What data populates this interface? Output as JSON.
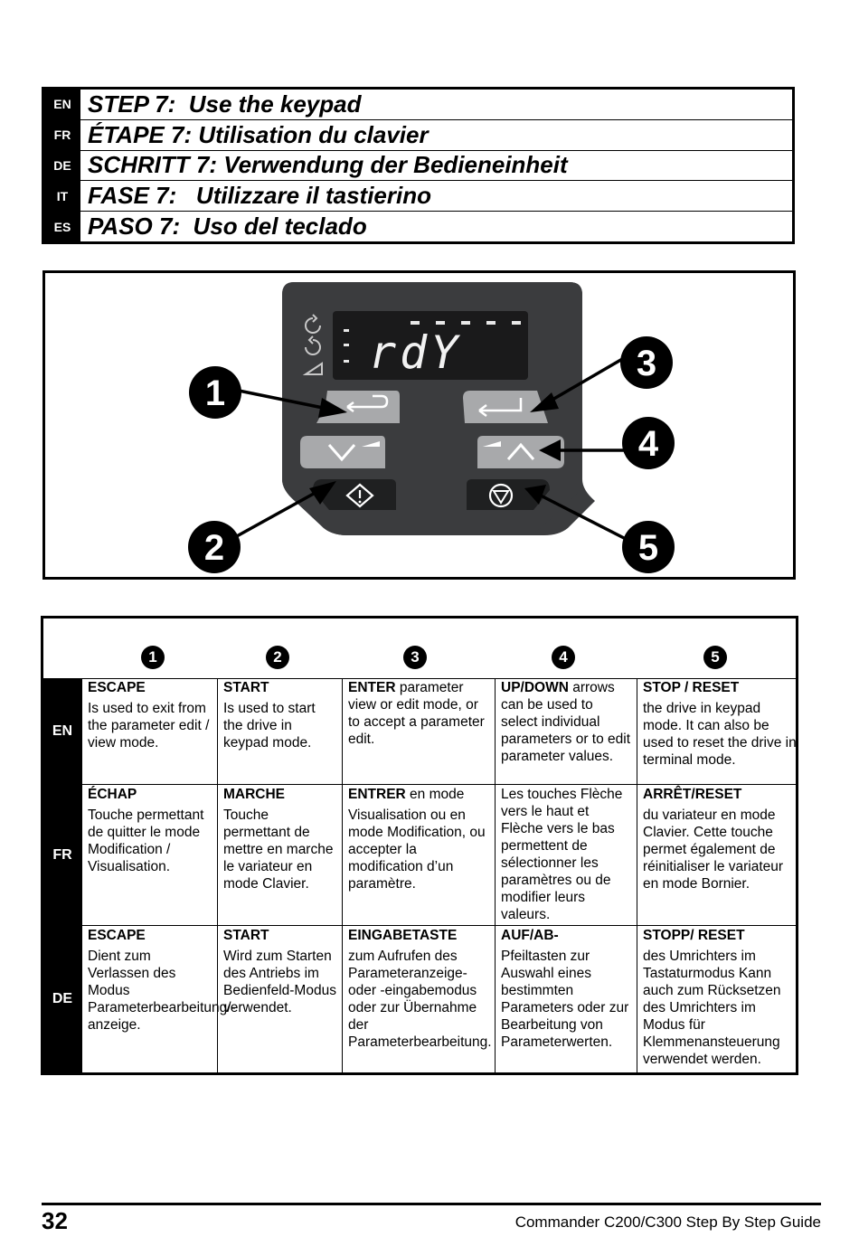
{
  "steps": [
    {
      "lang": "EN",
      "title": "STEP 7:  Use the keypad"
    },
    {
      "lang": "FR",
      "title": "ÉTAPE 7: Utilisation du clavier"
    },
    {
      "lang": "DE",
      "title": "SCHRITT 7: Verwendung der Bedieneinheit"
    },
    {
      "lang": "IT",
      "title": "FASE 7:   Utilizzare il tastierino"
    },
    {
      "lang": "ES",
      "title": "PASO 7:  Uso del teclado"
    }
  ],
  "figure": {
    "display_text": "rdY",
    "callouts": [
      "1",
      "2",
      "3",
      "4",
      "5"
    ]
  },
  "table": {
    "numbers": [
      "1",
      "2",
      "3",
      "4",
      "5"
    ],
    "rows": [
      {
        "lang": "EN",
        "cells": [
          {
            "title": "ESCAPE",
            "inline": "",
            "desc": "Is used to exit from the parameter edit / view mode."
          },
          {
            "title": "START",
            "inline": "",
            "desc": "Is used to start the drive in keypad mode."
          },
          {
            "title": "ENTER",
            "inline": " parameter view or edit mode, or to accept a parameter edit.",
            "desc": ""
          },
          {
            "title": "UP/DOWN",
            "inline": " arrows can be used to select individual parameters or to edit parameter values.",
            "desc": ""
          },
          {
            "title": "STOP / RESET",
            "inline": "",
            "desc": "the drive in keypad mode. It can also be used to reset the drive in terminal mode."
          }
        ]
      },
      {
        "lang": "FR",
        "cells": [
          {
            "title": "ÉCHAP",
            "inline": "",
            "desc": "Touche permettant de quitter le mode Modification / Visualisation."
          },
          {
            "title": "MARCHE",
            "inline": "",
            "desc": "Touche permettant de mettre en marche le variateur en mode Clavier."
          },
          {
            "title": "ENTRER",
            "inline": " en mode",
            "desc": "Visualisation ou en mode Modification, ou accepter la modification d’un paramètre."
          },
          {
            "title": "",
            "inline": "Les touches Flèche vers le haut et Flèche vers le bas permettent de sélectionner les paramètres ou de modifier leurs valeurs.",
            "desc": ""
          },
          {
            "title": "ARRÊT/RESET",
            "inline": "",
            "desc": "du variateur en mode Clavier. Cette touche permet également de réinitialiser le variateur en mode Bornier."
          }
        ]
      },
      {
        "lang": "DE",
        "cells": [
          {
            "title": "ESCAPE",
            "inline": "",
            "desc": "Dient zum Verlassen des Modus Parameterbearbeitung/-anzeige."
          },
          {
            "title": "START",
            "inline": "",
            "desc": "Wird zum Starten des Antriebs im Bedienfeld-Modus verwendet."
          },
          {
            "title": "EINGABETASTE",
            "inline": "",
            "desc": "zum Aufrufen des Parameteranzeige- oder -eingabemodus oder zur Übernahme der Parameterbearbeitung."
          },
          {
            "title": "AUF/AB-",
            "inline": "",
            "desc": "Pfeiltasten zur Auswahl eines bestimmten Parameters oder zur Bearbeitung von Parameterwerten."
          },
          {
            "title": "STOPP/ RESET",
            "inline": "",
            "desc": "des Umrichters im Tastaturmodus Kann auch zum Rücksetzen des Umrichters im Modus für Klemmenansteuerung verwendet werden."
          }
        ]
      }
    ]
  },
  "footer": {
    "page": "32",
    "title": "Commander C200/C300 Step By Step Guide"
  }
}
